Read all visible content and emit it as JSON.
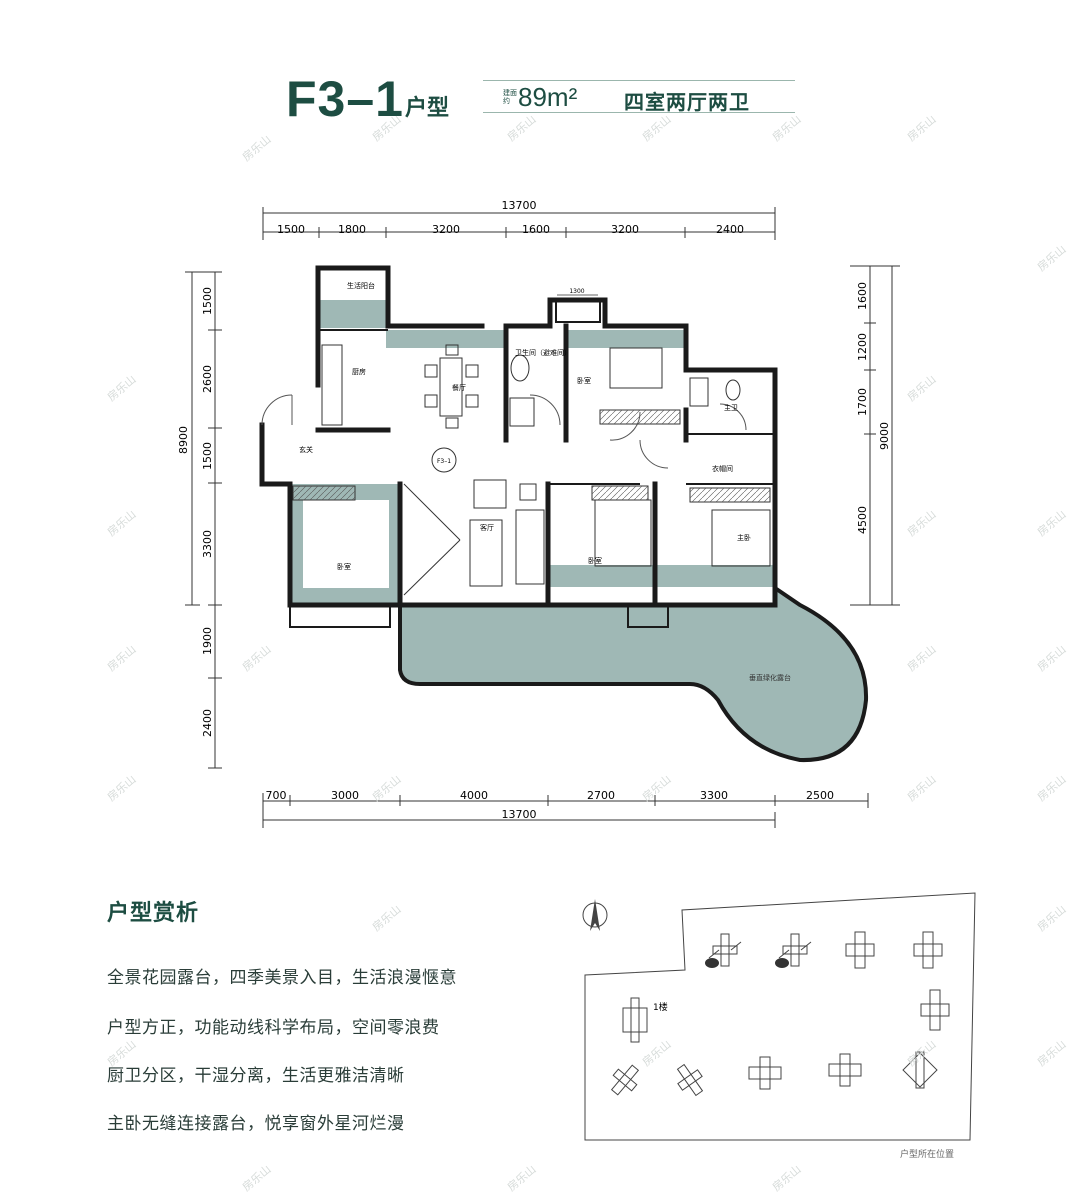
{
  "header": {
    "code": "F3–1",
    "code_suffix": "户型",
    "area_label": "建面约",
    "area_value": "89m²",
    "layout_type": "四室两厅两卫"
  },
  "plan": {
    "top_total": "13700",
    "top_dims": [
      "1500",
      "1800",
      "3200",
      "1600",
      "3200",
      "2400"
    ],
    "bottom_total": "13700",
    "bottom_dims": [
      "700",
      "3000",
      "4000",
      "2700",
      "3300",
      "2500"
    ],
    "left_total": "8900",
    "left_dims": [
      "1500",
      "2600",
      "1500",
      "3300",
      "1900",
      "2400"
    ],
    "right_total": "9000",
    "right_dims": [
      "1600",
      "1200",
      "1700",
      "4500"
    ],
    "window_dim": "1300",
    "rooms": {
      "laundry": "生活阳台",
      "kitchen": "厨房",
      "dining": "餐厅",
      "bath1": "卫生间（避难间）",
      "bedroom_n": "卧室",
      "master_bath": "主卫",
      "entry": "玄关",
      "closet": "衣帽间",
      "living": "客厅",
      "bedroom_w": "卧室",
      "bedroom_m": "卧室",
      "master_bed": "主卧",
      "terrace": "垂直绿化露台",
      "core": "F3–1"
    }
  },
  "analysis": {
    "title": "户型赏析",
    "features": [
      "全景花园露台，四季美景入目，生活浪漫惬意",
      "户型方正，功能动线科学布局，空间零浪费",
      "厨卫分区，干湿分离，生活更雅洁清晰",
      "主卧无缝连接露台，悦享窗外星河烂漫"
    ]
  },
  "site": {
    "building_label": "1楼",
    "caption": "户型所在位置"
  },
  "watermark": "房乐山",
  "colors": {
    "brand": "#1d4d42",
    "fill": "#9fb8b5",
    "wall": "#1a1a1a"
  }
}
